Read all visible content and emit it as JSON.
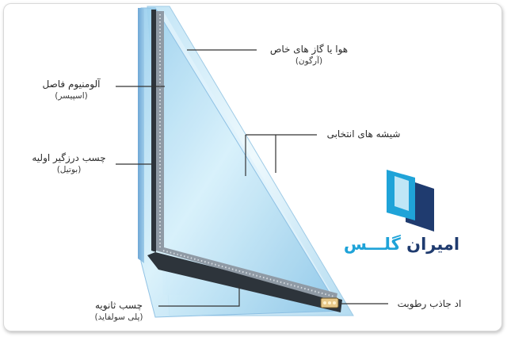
{
  "labels": {
    "gas": {
      "title": "هوا یا گاز های خاص",
      "sub": "(آرگون)"
    },
    "spacer": {
      "title": "آلومنیوم فاصل",
      "sub": "(اسپیسر)"
    },
    "primary_sealant": {
      "title": "چسب درزگیر اولیه",
      "sub": "(بوتیل)"
    },
    "selective_glass": {
      "title": "شیشه های انتخابی"
    },
    "secondary_sealant": {
      "title": "چسب ثانویه",
      "sub": "(پلی سولفاید)"
    },
    "desiccant": {
      "title": "اد جاذب رطوبت"
    }
  },
  "logo": {
    "word1": "امیران",
    "word2": "گلـــس"
  },
  "colors": {
    "glass_light": "#e6f5fc",
    "glass_mid": "#a9d7ef",
    "glass_edge": "#7fb6de",
    "spacer": "#8f9aa5",
    "sealant": "#2d343b",
    "logo_dark": "#1f3b6f",
    "logo_light": "#1fa3d8"
  }
}
